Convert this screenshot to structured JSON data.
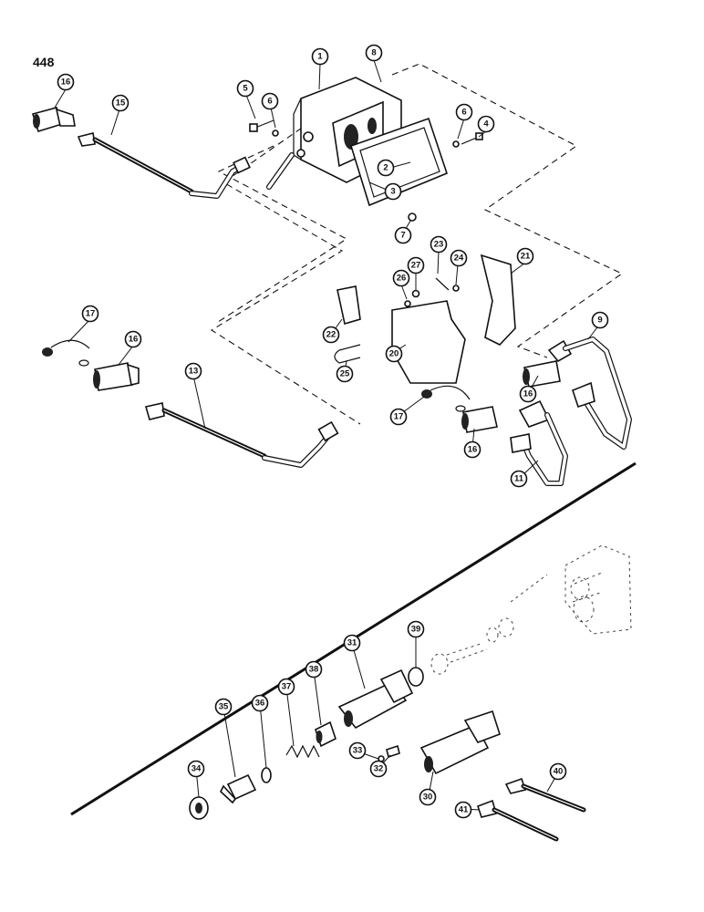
{
  "page_number": "448",
  "callouts": [
    {
      "label": "1"
    },
    {
      "label": "8"
    },
    {
      "label": "5"
    },
    {
      "label": "6"
    },
    {
      "label": "6"
    },
    {
      "label": "4"
    },
    {
      "label": "2"
    },
    {
      "label": "3"
    },
    {
      "label": "7"
    },
    {
      "label": "16"
    },
    {
      "label": "15"
    },
    {
      "label": "23"
    },
    {
      "label": "24"
    },
    {
      "label": "27"
    },
    {
      "label": "26"
    },
    {
      "label": "21"
    },
    {
      "label": "22"
    },
    {
      "label": "20"
    },
    {
      "label": "25"
    },
    {
      "label": "9"
    },
    {
      "label": "17"
    },
    {
      "label": "16"
    },
    {
      "label": "13"
    },
    {
      "label": "16"
    },
    {
      "label": "17"
    },
    {
      "label": "16"
    },
    {
      "label": "11"
    },
    {
      "label": "39"
    },
    {
      "label": "31"
    },
    {
      "label": "38"
    },
    {
      "label": "36"
    },
    {
      "label": "37"
    },
    {
      "label": "35"
    },
    {
      "label": "34"
    },
    {
      "label": "33"
    },
    {
      "label": "32"
    },
    {
      "label": "30"
    },
    {
      "label": "40"
    },
    {
      "label": "41"
    }
  ]
}
